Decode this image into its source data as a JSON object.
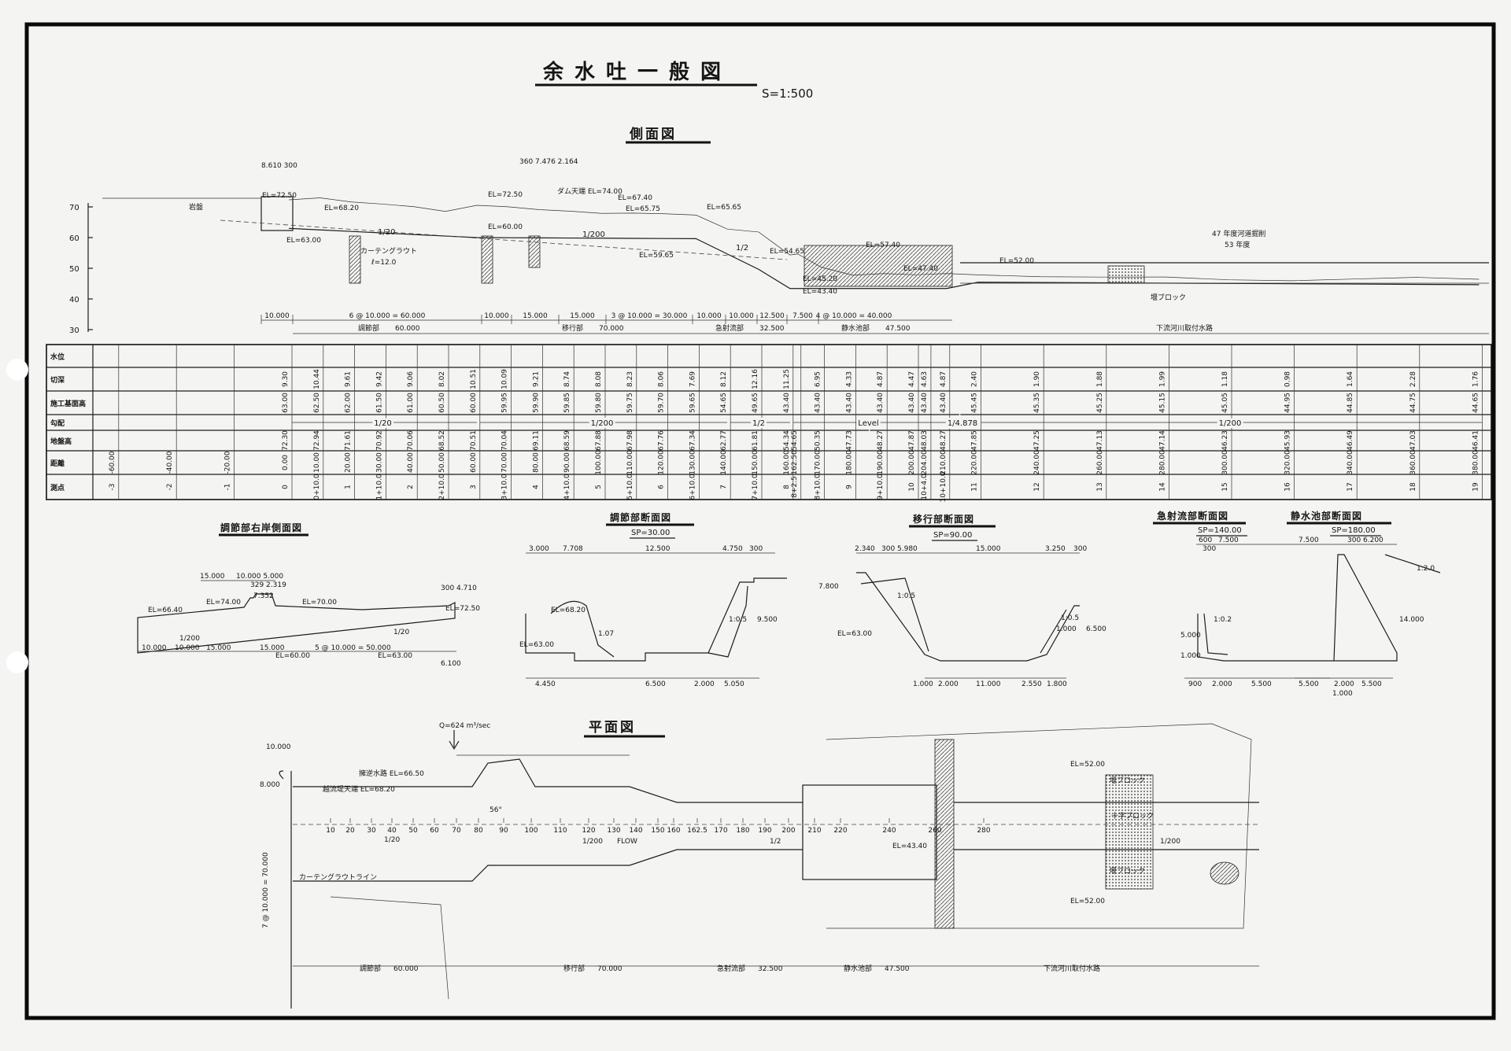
{
  "title": "余水吐一般図",
  "scale": "S=1:500",
  "profile": {
    "heading": "側面図",
    "y_axis_ticks": [
      "70",
      "60",
      "50",
      "40",
      "30"
    ],
    "labels": {
      "el_7250": "EL=72.50",
      "el_6820": "EL=68.20",
      "el_6300": "EL=63.00",
      "el_7250b": "EL=72.50",
      "dam_crest": "ダム天端 EL=74.00",
      "el_6000": "EL=60.00",
      "el_6740": "EL=67.40",
      "el_6575": "EL=65.75",
      "el_6565": "EL=65.65",
      "el_5965": "EL=59.65",
      "el_5465": "EL=54.65",
      "el_5740": "EL=57.40",
      "el_4740": "EL=47.40",
      "el_4520": "EL=45.20",
      "el_4340": "EL=43.40",
      "el_5200": "EL=52.00",
      "slope_1_20": "1/20",
      "slope_1_200": "1/200",
      "slope_1_2": "1/2",
      "curtain_grout": "カーテングラウト",
      "curtain_grout_len": "ℓ=12.0",
      "block": "堰ブロック",
      "excavation_47": "47 年度河道掘削",
      "excavation_53": "53 年度",
      "rock": "岩盤",
      "top_dims": "8.610  300",
      "top_dims2": "360  7.476  2.164"
    },
    "dims": [
      "10.000",
      "6 @ 10.000 = 60.000",
      "10.000",
      "15.000",
      "15.000",
      "3 @ 10.000 = 30.000",
      "10.000",
      "10.000",
      "12.500",
      "7.500",
      "4 @ 10.000 = 40.000"
    ],
    "sections": [
      {
        "name": "調節部",
        "length": "60.000"
      },
      {
        "name": "移行部",
        "length": "70.000"
      },
      {
        "name": "急射流部",
        "length": "32.500"
      },
      {
        "name": "静水池部",
        "length": "47.500"
      },
      {
        "name": "下流河川取付水路",
        "length": ""
      }
    ]
  },
  "table": {
    "row_labels": [
      "水位",
      "切深",
      "施工基面高",
      "勾配",
      "地盤高",
      "距離",
      "測点"
    ],
    "gradients": [
      "1/20",
      "1/200",
      "1/2",
      "Level",
      "1/4.878",
      "1/200"
    ],
    "columns": [
      {
        "station": "-3",
        "distance": "-60.00",
        "d": -60
      },
      {
        "station": "-2",
        "distance": "-40.00",
        "d": -40
      },
      {
        "station": "-1",
        "distance": "-20.00",
        "d": -20
      },
      {
        "station": "0",
        "distance": "0.00",
        "d": 0,
        "ground": "72.30",
        "formation": "63.00",
        "cut": "9.30"
      },
      {
        "station": "0+10.0",
        "distance": "10.00",
        "d": 10,
        "ground": "72.94",
        "formation": "62.50",
        "cut": "10.44"
      },
      {
        "station": "1",
        "distance": "20.00",
        "d": 20,
        "ground": "71.61",
        "formation": "62.00",
        "cut": "9.61"
      },
      {
        "station": "1+10.0",
        "distance": "30.00",
        "d": 30,
        "ground": "70.92",
        "formation": "61.50",
        "cut": "9.42"
      },
      {
        "station": "2",
        "distance": "40.00",
        "d": 40,
        "ground": "70.06",
        "formation": "61.00",
        "cut": "9.06"
      },
      {
        "station": "2+10.0",
        "distance": "50.00",
        "d": 50,
        "ground": "68.52",
        "formation": "60.50",
        "cut": "8.02"
      },
      {
        "station": "3",
        "distance": "60.00",
        "d": 60,
        "ground": "70.51",
        "formation": "60.00",
        "cut": "10.51"
      },
      {
        "station": "3+10.0",
        "distance": "70.00",
        "d": 70,
        "ground": "70.04",
        "formation": "59.95",
        "cut": "10.09"
      },
      {
        "station": "4",
        "distance": "80.00",
        "d": 80,
        "ground": "69.11",
        "formation": "59.90",
        "cut": "9.21"
      },
      {
        "station": "4+10.0",
        "distance": "90.00",
        "d": 90,
        "ground": "68.59",
        "formation": "59.85",
        "cut": "8.74"
      },
      {
        "station": "5",
        "distance": "100.00",
        "d": 100,
        "ground": "67.88",
        "formation": "59.80",
        "cut": "8.08"
      },
      {
        "station": "5+10.0",
        "distance": "110.00",
        "d": 110,
        "ground": "67.98",
        "formation": "59.75",
        "cut": "8.23"
      },
      {
        "station": "6",
        "distance": "120.00",
        "d": 120,
        "ground": "67.76",
        "formation": "59.70",
        "cut": "8.06"
      },
      {
        "station": "6+10.0",
        "distance": "130.00",
        "d": 130,
        "ground": "67.34",
        "formation": "59.65",
        "cut": "7.69"
      },
      {
        "station": "7",
        "distance": "140.00",
        "d": 140,
        "ground": "62.77",
        "formation": "54.65",
        "cut": "8.12"
      },
      {
        "station": "7+10.0",
        "distance": "150.00",
        "d": 150,
        "ground": "61.81",
        "formation": "49.65",
        "cut": "12.16"
      },
      {
        "station": "8",
        "distance": "160.00",
        "d": 160,
        "ground": "54.34",
        "formation": "43.40",
        "cut": "11.25"
      },
      {
        "station": "8+2.5",
        "distance": "162.50",
        "d": 162.5,
        "ground": "54.65"
      },
      {
        "station": "8+10.0",
        "distance": "170.00",
        "d": 170,
        "ground": "50.35",
        "formation": "43.40",
        "cut": "6.95"
      },
      {
        "station": "9",
        "distance": "180.00",
        "d": 180,
        "ground": "47.73",
        "formation": "43.40",
        "cut": "4.33"
      },
      {
        "station": "9+10.0",
        "distance": "190.00",
        "d": 190,
        "ground": "48.27",
        "formation": "43.40",
        "cut": "4.87"
      },
      {
        "station": "10",
        "distance": "200.00",
        "d": 200,
        "ground": "47.87",
        "formation": "43.40",
        "cut": "4.47"
      },
      {
        "station": "10+4.0",
        "distance": "204.00",
        "d": 204,
        "ground": "48.03",
        "formation": "43.40",
        "cut": "4.63"
      },
      {
        "station": "10+10.0",
        "distance": "210.00",
        "d": 210,
        "ground": "48.27",
        "formation": "43.40",
        "cut": "4.87"
      },
      {
        "station": "11",
        "distance": "220.00",
        "d": 220,
        "ground": "47.85",
        "formation": "45.45",
        "cut": "2.40"
      },
      {
        "station": "12",
        "distance": "240.00",
        "d": 240,
        "ground": "47.25",
        "formation": "45.35",
        "cut": "1.90"
      },
      {
        "station": "13",
        "distance": "260.00",
        "d": 260,
        "ground": "47.13",
        "formation": "45.25",
        "cut": "1.88"
      },
      {
        "station": "14",
        "distance": "280.00",
        "d": 280,
        "ground": "47.14",
        "formation": "45.15",
        "cut": "1.99"
      },
      {
        "station": "15",
        "distance": "300.00",
        "d": 300,
        "ground": "46.23",
        "formation": "45.05",
        "cut": "1.18"
      },
      {
        "station": "16",
        "distance": "320.00",
        "d": 320,
        "ground": "45.93",
        "formation": "44.95",
        "cut": "0.98"
      },
      {
        "station": "17",
        "distance": "340.00",
        "d": 340,
        "ground": "46.49",
        "formation": "44.85",
        "cut": "1.64"
      },
      {
        "station": "18",
        "distance": "360.00",
        "d": 360,
        "ground": "47.03",
        "formation": "44.75",
        "cut": "2.28"
      },
      {
        "station": "19",
        "distance": "380.00",
        "d": 380,
        "ground": "46.41",
        "formation": "44.65",
        "cut": "1.76"
      }
    ]
  },
  "cross_sections": {
    "side": {
      "title": "調節部右岸側面図",
      "labels": [
        "EL=66.40",
        "EL=74.00",
        "EL=70.00",
        "EL=72.50",
        "EL=60.00",
        "EL=63.00",
        "1/200",
        "1/20",
        "15.000",
        "10.000 5.000",
        "329 2.319",
        "7.352",
        "300 4.710",
        "10.000",
        "10.000",
        "15.000",
        "15.000",
        "5 @ 10.000 = 50.000",
        "6.100"
      ]
    },
    "control": {
      "title": "調節部断面図",
      "sp": "SP=30.00",
      "labels": [
        "3.000",
        "7.708",
        "12.500",
        "4.750",
        "300",
        "EL=68.20",
        "EL=63.00",
        "1.07",
        "1:0.5",
        "9.500",
        "4.450",
        "6.500",
        "2.000",
        "5.050"
      ]
    },
    "transition": {
      "title": "移行部断面図",
      "sp": "SP=90.00",
      "labels": [
        "2.340",
        "300",
        "5.980",
        "15.000",
        "3.250",
        "300",
        "EL=63.00",
        "1:0.5",
        "1:0.5",
        "7.800",
        "1.000",
        "2.000",
        "11.000",
        "2.550",
        "1.800",
        "1.000",
        "6.500"
      ]
    },
    "chute": {
      "title": "急射流部断面図",
      "sp": "SP=140.00",
      "labels": [
        "600",
        "7.500",
        "300",
        "1:0.2",
        "5.000",
        "1.000",
        "900",
        "2.000",
        "5.500"
      ]
    },
    "basin": {
      "title": "静水池部断面図",
      "sp": "SP=180.00",
      "labels": [
        "7.500",
        "300",
        "6.200",
        "1:2.0",
        "14.000",
        "5.500",
        "2.000",
        "5.500",
        "1.000"
      ]
    }
  },
  "plan": {
    "heading": "平面図",
    "labels": {
      "discharge": "Q=624 m³/sec",
      "side_channel": "擁逆水路 EL=66.50",
      "weir_crest": "越流堤天端 EL=68.20",
      "dim_10000": "10.000",
      "dim_8000": "8.000",
      "dim_70000": "7 @ 10.000 = 70.000",
      "curtain_line": "カーテングラウトライン",
      "flow": "FLOW",
      "slope_1_200": "1/200",
      "slope_1_20": "1/20",
      "slope_1_2": "1/2",
      "slope_1_200b": "1/200",
      "el_4340": "EL=43.40",
      "el_5200a": "EL=52.00",
      "el_5200b": "EL=52.00",
      "block_a": "堰ブロック",
      "block_b": "堰ブロック",
      "cross_block": "十字ブロック",
      "angle": "56°"
    },
    "stations": [
      "10",
      "20",
      "30",
      "40",
      "50",
      "60",
      "70",
      "80",
      "90",
      "100",
      "110",
      "120",
      "130",
      "140",
      "150",
      "160",
      "162.5",
      "170",
      "180",
      "190",
      "200",
      "210",
      "220",
      "240",
      "260",
      "280"
    ],
    "sections": [
      {
        "name": "調節部",
        "length": "60.000"
      },
      {
        "name": "移行部",
        "length": "70.000"
      },
      {
        "name": "急射流部",
        "length": "32.500"
      },
      {
        "name": "静水池部",
        "length": "47.500"
      },
      {
        "name": "下流河川取付水路",
        "length": ""
      }
    ]
  }
}
